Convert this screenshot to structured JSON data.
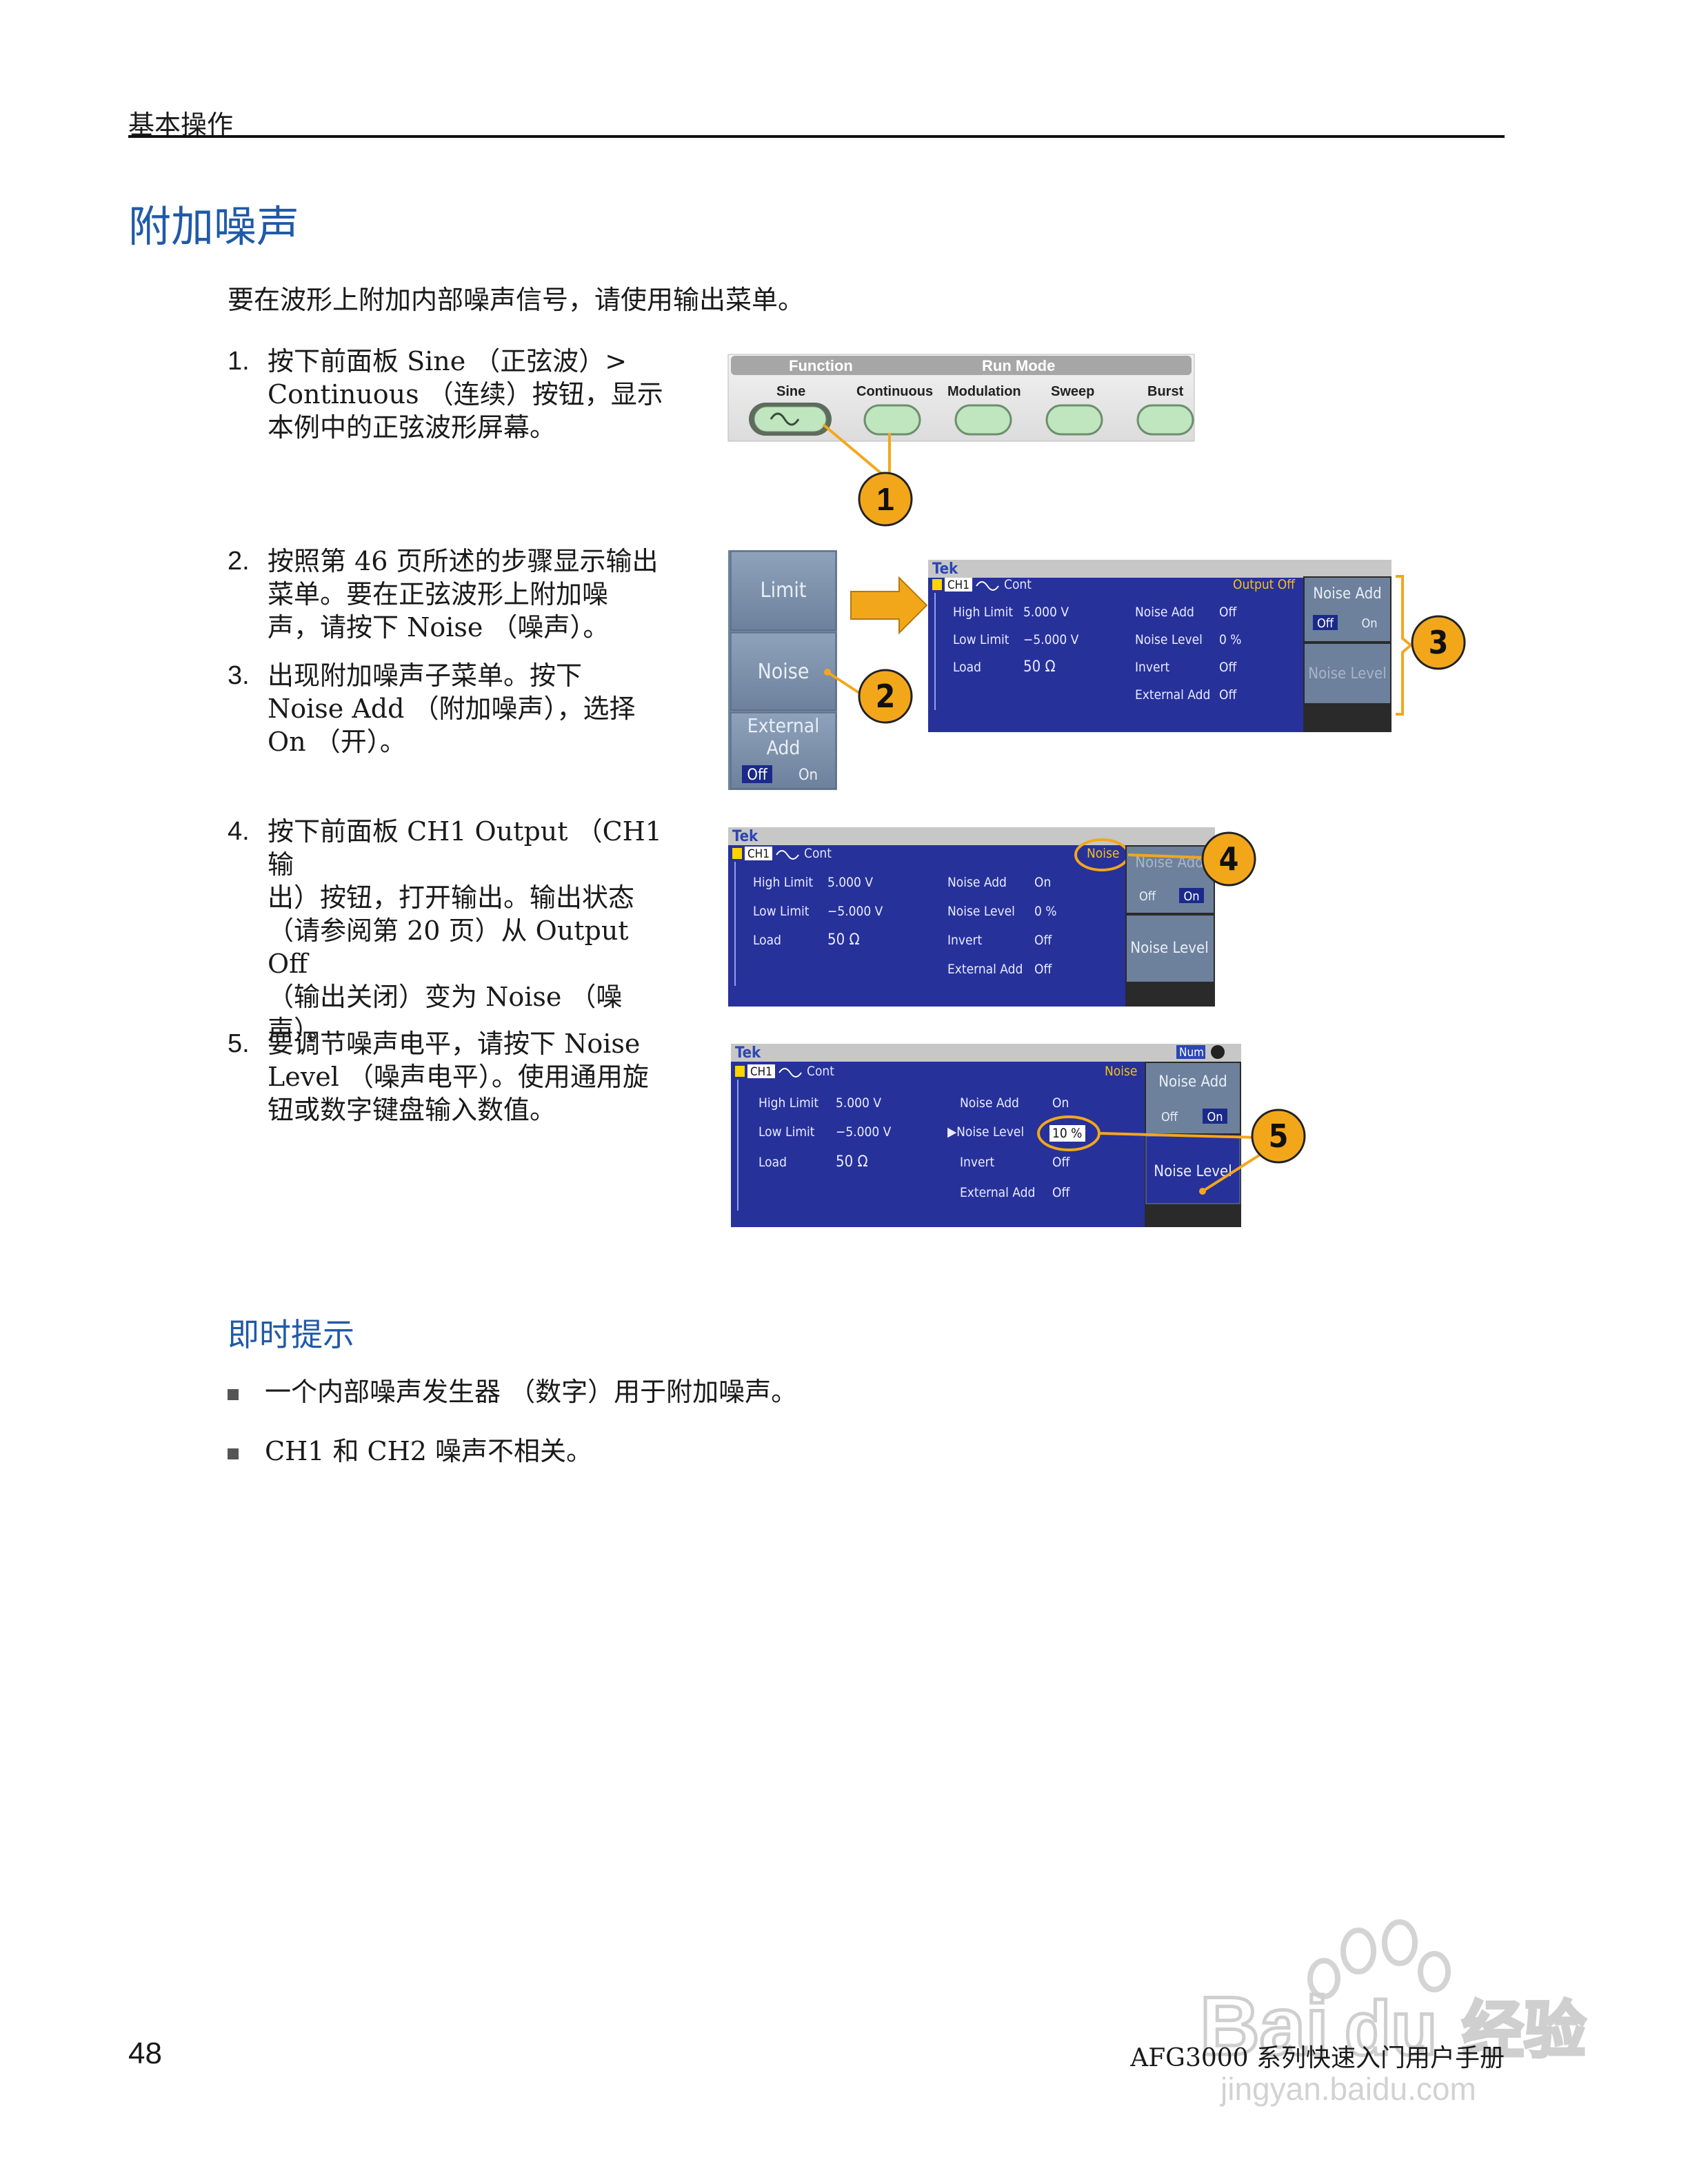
{
  "header": {
    "section": "基本操作"
  },
  "title": "附加噪声",
  "intro": "要在波形上附加内部噪声信号，请使用输出菜单。",
  "steps": [
    {
      "num": "1.",
      "text": "按下前面板 Sine （正弦波）>\nContinuous （连续）按钮，显示\n本例中的正弦波形屏幕。"
    },
    {
      "num": "2.",
      "text": "按照第 46 页所述的步骤显示输出\n菜单。要在正弦波形上附加噪\n声，请按下 Noise （噪声）。"
    },
    {
      "num": "3.",
      "text": "出现附加噪声子菜单。按下\nNoise Add （附加噪声），选择\nOn （开）。"
    },
    {
      "num": "4.",
      "text": "按下前面板 CH1 Output （CH1 输\n出）按钮，打开输出。输出状态\n（请参阅第 20 页）从 Output Off\n（输出关闭）变为 Noise （噪\n声）。"
    },
    {
      "num": "5.",
      "text": "要调节噪声电平，请按下 Noise\nLevel （噪声电平）。使用通用旋\n钮或数字键盘输入数值。"
    }
  ],
  "panel": {
    "function_label": "Function",
    "run_mode_label": "Run Mode",
    "buttons": [
      "Sine",
      "Continuous",
      "Modulation",
      "Sweep",
      "Burst"
    ]
  },
  "callouts": [
    "1",
    "2",
    "3",
    "4",
    "5"
  ],
  "side_menu": {
    "limit": "Limit",
    "noise": "Noise",
    "external_add": "External",
    "external_add2": "Add",
    "off": "Off",
    "on": "On"
  },
  "screen_common": {
    "brand": "Tek",
    "ch": "CH1",
    "mode": "Cont",
    "high_limit_label": "High Limit",
    "high_limit_value": "5.000 V",
    "low_limit_label": "Low Limit",
    "low_limit_value": "−5.000 V",
    "load_label": "Load",
    "load_value": "50 Ω",
    "noise_add_label": "Noise Add",
    "noise_level_label": "Noise Level",
    "invert_label": "Invert",
    "invert_value": "Off",
    "external_add_label": "External Add",
    "external_add_value": "Off",
    "menu_noise_add": "Noise Add",
    "menu_noise_level": "Noise Level",
    "off": "Off",
    "on": "On"
  },
  "screen1": {
    "status": "Output Off",
    "noise_add_value": "Off",
    "noise_level_value": "0 %"
  },
  "screen2": {
    "status": "Noise",
    "noise_add_value": "On",
    "noise_level_value": "0 %",
    "menu_noise_add_partial": "Noise Add"
  },
  "screen3": {
    "status": "Noise",
    "num_badge": "Num",
    "noise_add_value": "On",
    "noise_level_value": "10 %",
    "noise_level_label": "▶Noise Level"
  },
  "tips": {
    "title": "即时提示",
    "items": [
      "一个内部噪声发生器 （数字）用于附加噪声。",
      "CH1 和 CH2 噪声不相关。"
    ]
  },
  "footer": {
    "page": "48",
    "manual": "AFG3000 系列快速入门用户手册"
  },
  "watermark": {
    "brand": "Bai",
    "du": "du",
    "cn": "经验",
    "url": "jingyan.baidu.com"
  },
  "colors": {
    "title": "#1f5aa8",
    "screen_bg": "#27319a",
    "callout": "#f2a71b",
    "button_green": "#bfe6bf"
  }
}
